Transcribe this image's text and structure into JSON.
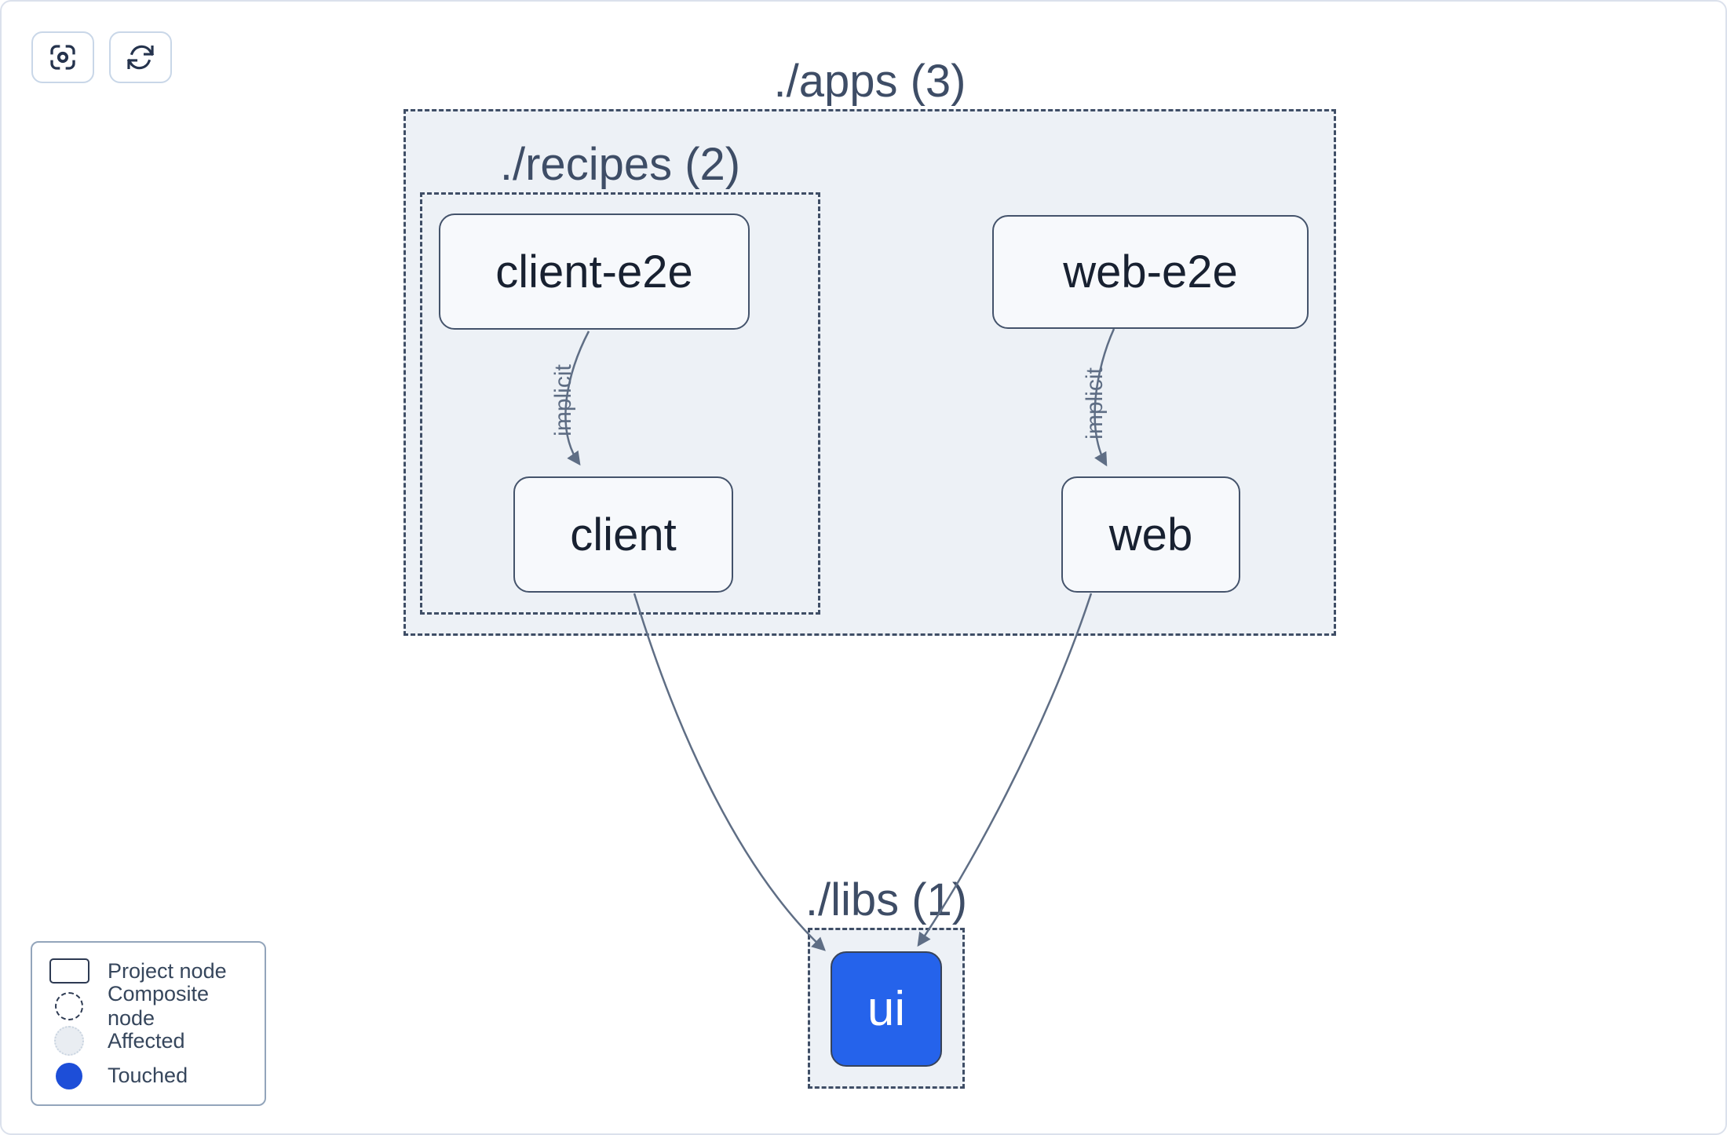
{
  "toolbar": {
    "buttons": [
      {
        "icon": "crosshair-focus-icon",
        "action": "center-graph"
      },
      {
        "icon": "refresh-icon",
        "action": "refresh-graph"
      }
    ]
  },
  "graph": {
    "groups": [
      {
        "id": "apps",
        "label": "./apps (3)"
      },
      {
        "id": "recipes",
        "label": "./recipes (2)"
      },
      {
        "id": "libs",
        "label": "./libs (1)"
      }
    ],
    "nodes": [
      {
        "id": "client-e2e",
        "label": "client-e2e",
        "state": "normal"
      },
      {
        "id": "client",
        "label": "client",
        "state": "normal"
      },
      {
        "id": "web-e2e",
        "label": "web-e2e",
        "state": "normal"
      },
      {
        "id": "web",
        "label": "web",
        "state": "normal"
      },
      {
        "id": "ui",
        "label": "ui",
        "state": "touched"
      }
    ],
    "edges": [
      {
        "from": "client-e2e",
        "to": "client",
        "label": "implicit"
      },
      {
        "from": "web-e2e",
        "to": "web",
        "label": "implicit"
      },
      {
        "from": "client",
        "to": "ui",
        "label": ""
      },
      {
        "from": "web",
        "to": "ui",
        "label": ""
      }
    ]
  },
  "legend": {
    "items": [
      {
        "swatch": "project-node-swatch",
        "label": "Project node"
      },
      {
        "swatch": "composite-node-swatch",
        "label": "Composite node"
      },
      {
        "swatch": "affected-swatch",
        "label": "Affected"
      },
      {
        "swatch": "touched-swatch",
        "label": "Touched"
      }
    ]
  },
  "colors": {
    "touched_node_fill": "#2563eb",
    "touched_legend_dot": "#1d4ed8",
    "composite_fill": "#edf1f6",
    "composite_border": "#3f4e66",
    "node_fill": "#f7f9fc",
    "node_border": "#44536b",
    "edge": "#5f6e85",
    "label_text": "#3e4d66",
    "node_text": "#182131"
  }
}
